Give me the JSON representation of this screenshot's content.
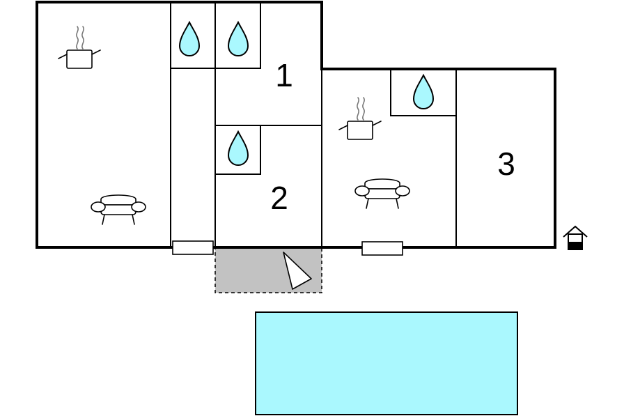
{
  "rooms": [
    {
      "number": "1"
    },
    {
      "number": "2"
    },
    {
      "number": "3"
    }
  ],
  "colors": {
    "water": "#aaf8fe",
    "terrace": "#c2c2c2",
    "pool": "#aaf8fe",
    "walls": "#000000",
    "background": "#ffffff"
  },
  "icons": [
    "kitchen-icon",
    "living-room-icon",
    "bathroom-icon",
    "entrance-icon",
    "house-icon"
  ]
}
